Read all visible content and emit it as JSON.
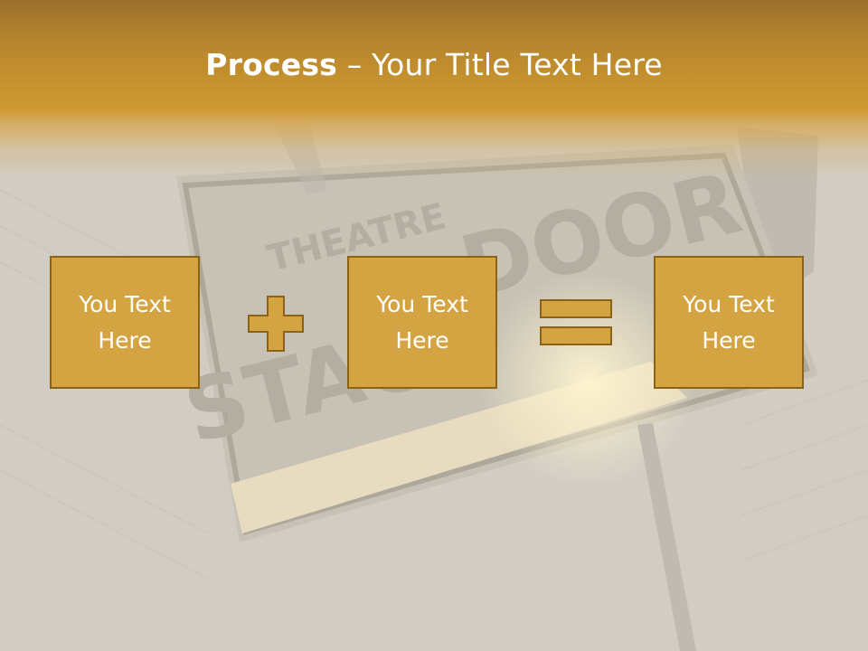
{
  "slide": {
    "title_bold": "Process",
    "title_rest": " – Your Title Text Here",
    "boxes": [
      {
        "text": "You Text Here"
      },
      {
        "text": "You Text Here"
      },
      {
        "text": "You Text Here"
      }
    ],
    "operators": [
      "plus-icon",
      "equals-icon"
    ]
  },
  "background": {
    "sign_small_text": "THEATRE",
    "sign_large_text_1": "STAGE",
    "sign_large_text_2": "DOOR"
  },
  "colors": {
    "header": "#cf9a33",
    "box_fill": "#d3a441",
    "box_border": "#8b6317",
    "background": "#d2cdc4"
  }
}
